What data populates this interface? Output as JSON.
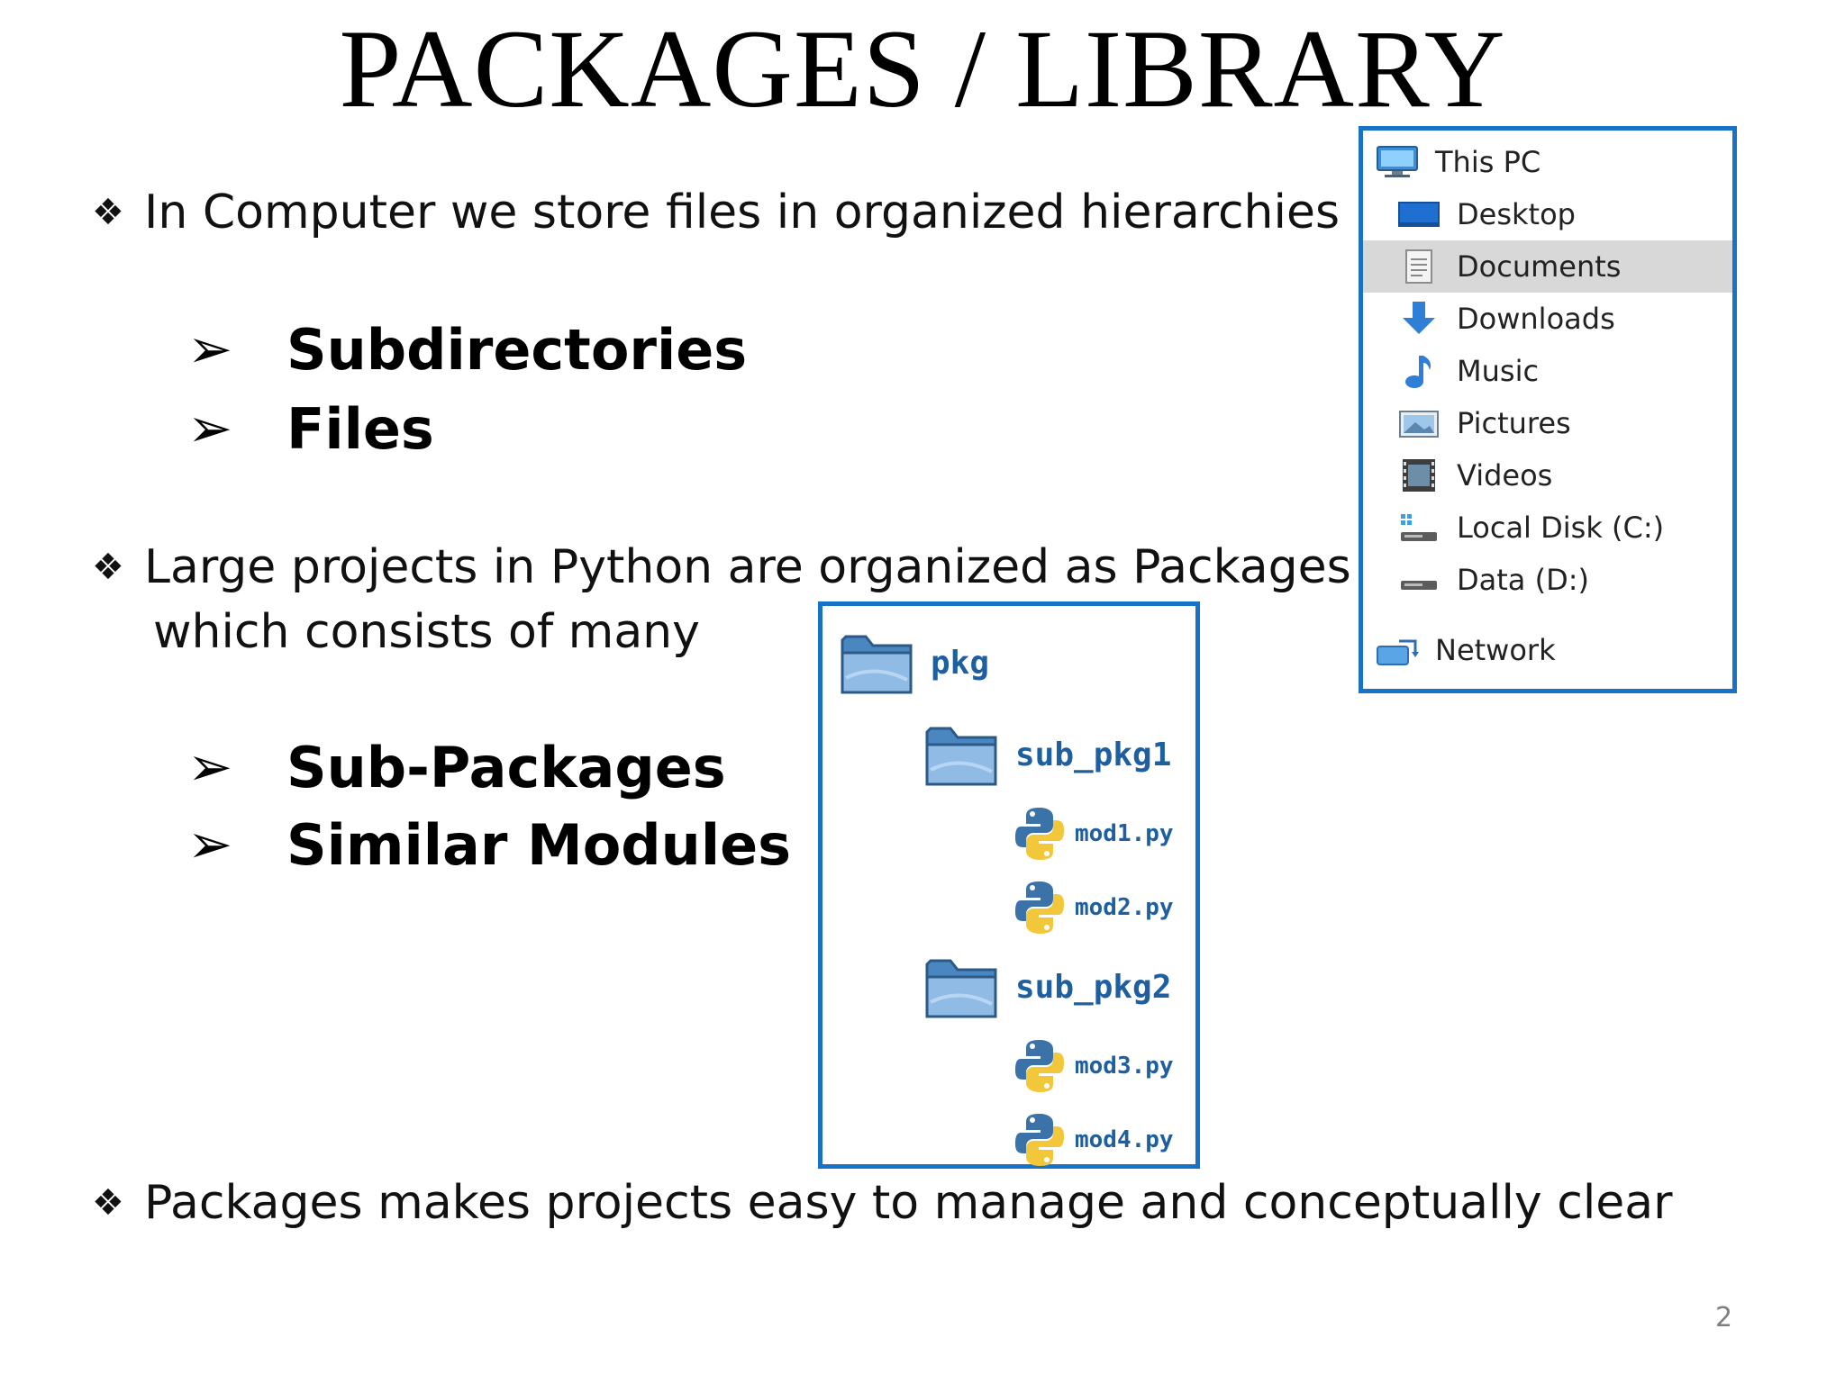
{
  "slide": {
    "title": "PACKAGES / LIBRARY",
    "page_number": "2"
  },
  "bullets": {
    "b1": "In Computer we store files in organized hierarchies",
    "b1_sub": [
      "Subdirectories",
      "Files"
    ],
    "b2_line1": "Large projects in Python are organized as Packages",
    "b2_line2": "which consists of many",
    "b2_sub": [
      "Sub-Packages",
      "Similar Modules"
    ],
    "b3": "Packages makes projects easy to manage and conceptually clear",
    "bullet_glyph": "❖",
    "arrow_glyph": "➢"
  },
  "explorer": {
    "items": [
      {
        "label": "This PC",
        "icon": "computer-icon"
      },
      {
        "label": "Desktop",
        "icon": "desktop-icon"
      },
      {
        "label": "Documents",
        "icon": "documents-icon",
        "selected": true
      },
      {
        "label": "Downloads",
        "icon": "downloads-icon"
      },
      {
        "label": "Music",
        "icon": "music-icon"
      },
      {
        "label": "Pictures",
        "icon": "pictures-icon"
      },
      {
        "label": "Videos",
        "icon": "videos-icon"
      },
      {
        "label": "Local Disk (C:)",
        "icon": "local-disk-icon"
      },
      {
        "label": "Data (D:)",
        "icon": "drive-icon"
      },
      {
        "label": "Network",
        "icon": "network-icon"
      }
    ],
    "border_color": "#1a72c6",
    "selected_bg": "#d8d8d8"
  },
  "package_tree": {
    "root": "pkg",
    "subpackages": [
      {
        "name": "sub_pkg1",
        "modules": [
          "mod1.py",
          "mod2.py"
        ]
      },
      {
        "name": "sub_pkg2",
        "modules": [
          "mod3.py",
          "mod4.py"
        ]
      }
    ],
    "label_color": "#1e5fa0",
    "folder_color": "#5b9bd5"
  }
}
